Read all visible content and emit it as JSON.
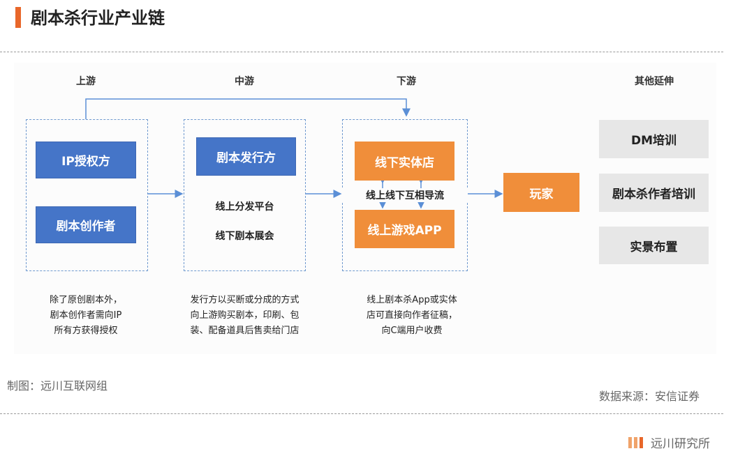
{
  "title": "剧本杀行业产业链",
  "headers": {
    "upstream": "上游",
    "midstream": "中游",
    "downstream": "下游",
    "other": "其他延伸"
  },
  "upstream": {
    "ip_owner": "IP授权方",
    "creator": "剧本创作者",
    "desc": [
      "除了原创剧本外，",
      "剧本创作者需向IP",
      "所有方获得授权"
    ]
  },
  "midstream": {
    "publisher": "剧本发行方",
    "online_platform": "线上分发平台",
    "offline_expo": "线下剧本展会",
    "desc": [
      "发行方以买断或分成的方式",
      "向上游购买剧本，印刷、包",
      "装、配备道具后售卖给门店"
    ]
  },
  "downstream": {
    "offline_store": "线下实体店",
    "flow": "线上线下互相导流",
    "online_app": "线上游戏APP",
    "desc": [
      "线上剧本杀App或实体",
      "店可直接向作者征稿，",
      "向C端用户收费"
    ]
  },
  "player": "玩家",
  "other": {
    "dm_training": "DM培训",
    "creator_training": "剧本杀作者培训",
    "scene_layout": "实景布置"
  },
  "footer": {
    "made_by": "制图：远川互联网组",
    "source": "数据来源：安信证券",
    "brand": "远川研究所"
  },
  "colors": {
    "accent": "#e8672a",
    "blue_box": "#4575c8",
    "orange_box": "#f08e3a",
    "gray_box": "#e7e7e7",
    "arrow": "#5b8fd6"
  }
}
